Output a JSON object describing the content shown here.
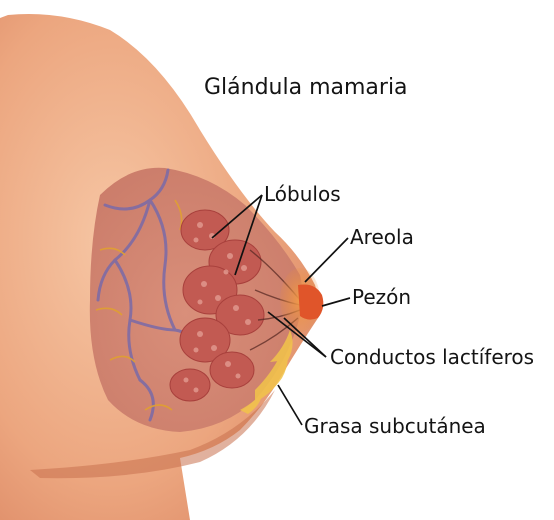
{
  "title": "Glándula mamaria",
  "labels": {
    "lobulos": "Lóbulos",
    "areola": "Areola",
    "pezon": "Pezón",
    "conductos": "Conductos lactíferos",
    "grasa": "Grasa subcutánea"
  },
  "colors": {
    "skin": "#f0b28c",
    "skin_shadow": "#d98462",
    "tissue": "#d9907a",
    "lobule": "#c25a52",
    "vessel": "#7a6aa8",
    "fat": "#f2c44a",
    "areola": "#e8833a",
    "nipple": "#e0552a"
  }
}
